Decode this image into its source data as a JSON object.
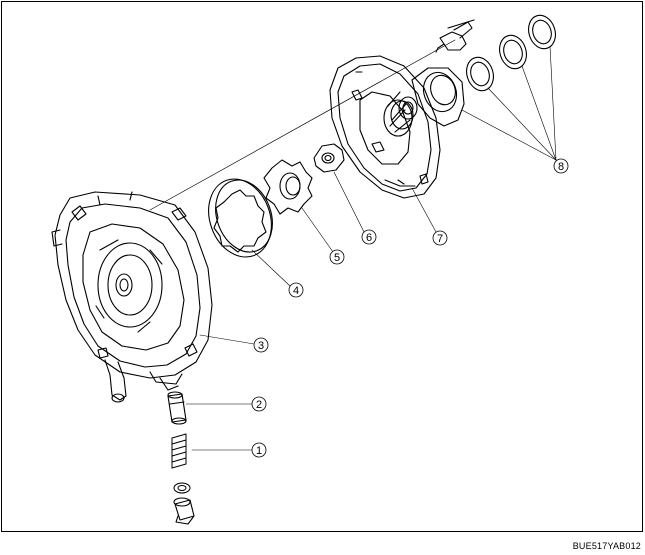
{
  "figure": {
    "code": "BUE517YAB012",
    "line_color": "#000000",
    "background": "#ffffff"
  },
  "callouts": [
    {
      "id": "1",
      "label": "1"
    },
    {
      "id": "2",
      "label": "2"
    },
    {
      "id": "3",
      "label": "3"
    },
    {
      "id": "4",
      "label": "4"
    },
    {
      "id": "5",
      "label": "5"
    },
    {
      "id": "6",
      "label": "6"
    },
    {
      "id": "7",
      "label": "7"
    },
    {
      "id": "8",
      "label": "8"
    }
  ]
}
